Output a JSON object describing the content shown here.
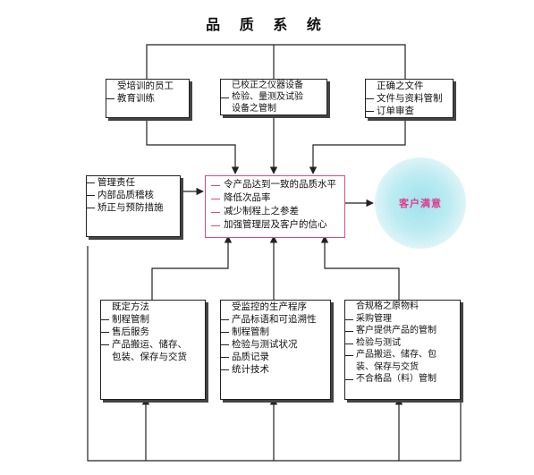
{
  "title": "品 质 系 统",
  "top_boxes": [
    {
      "head": "受培训的员工",
      "items": [
        "教育训练"
      ]
    },
    {
      "head": "已校正之仪器设备",
      "items": [
        "检验、量测及试验"
      ],
      "cont": "设备之管制"
    },
    {
      "head": "正确之文件",
      "items": [
        "文件与资料管制",
        "订单审查"
      ]
    }
  ],
  "left_box": {
    "items": [
      "管理责任",
      "内部品质稽核",
      "矫正与预防措施"
    ]
  },
  "center_box": {
    "items": [
      "令产品达到一致的品质水平",
      "降低次品率",
      "减少制程上之参差",
      "加强管理层及客户的信心"
    ]
  },
  "circle_label": "客户满意",
  "bottom_boxes": [
    {
      "head": "既定方法",
      "lines": [
        {
          "t": "item",
          "text": "制程管制"
        },
        {
          "t": "item",
          "text": "售后服务"
        },
        {
          "t": "item",
          "text": "产品搬运、储存、"
        },
        {
          "t": "cont",
          "text": "包装、保存与交货"
        }
      ]
    },
    {
      "head": "受监控的生产程序",
      "lines": [
        {
          "t": "item",
          "text": "产品标语和可追溯性"
        },
        {
          "t": "item",
          "text": "制程管制"
        },
        {
          "t": "item",
          "text": "检验与测试状况"
        },
        {
          "t": "item",
          "text": "品质记录"
        },
        {
          "t": "item",
          "text": "统计技术"
        }
      ]
    },
    {
      "head": "合规格之原物料",
      "lines": [
        {
          "t": "item",
          "text": "采购管理"
        },
        {
          "t": "item",
          "text": "客户提供产品的管制"
        },
        {
          "t": "item",
          "text": "检验与测试"
        },
        {
          "t": "item",
          "text": "产品搬运、储存、包"
        },
        {
          "t": "cont",
          "text": "装、保存与交货"
        },
        {
          "t": "item",
          "text": "不合格品（料）管制"
        }
      ]
    }
  ],
  "colors": {
    "line": "#222222",
    "center_border": "#d64b8a",
    "circle_text": "#e0388c",
    "circle_fill": "#bdebf2"
  }
}
